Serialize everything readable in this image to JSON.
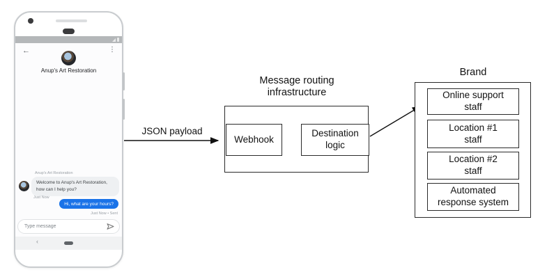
{
  "phone": {
    "status_bar": {
      "signal_icon": "signal-triangle",
      "battery_icon": "battery"
    },
    "header": {
      "back_glyph": "←",
      "menu_glyph": "⋮",
      "title": "Anup's Art Restoration"
    },
    "chat": {
      "sender_label": "Anup's Art Restoration",
      "incoming_message": "Welcome to Anup's Art Restoration,\nhow can I help you?",
      "incoming_time": "Just Now",
      "outgoing_message": "Hi, what are your hours?",
      "outgoing_time": "Just Now • Sent"
    },
    "composer": {
      "placeholder": "Type message",
      "send_icon": "paper-plane"
    },
    "navbar": {
      "back_glyph": "‹"
    }
  },
  "diagram": {
    "payload_label": "JSON payload",
    "routing": {
      "title": "Message routing\ninfrastructure",
      "webhook_label": "Webhook",
      "destination_label": "Destination\nlogic"
    },
    "brand": {
      "title": "Brand",
      "items": [
        "Online support\nstaff",
        "Location #1\nstaff",
        "Location #2\nstaff",
        "Automated\nresponse system"
      ]
    }
  },
  "colors": {
    "outgoing_bubble": "#1a73e8",
    "incoming_bubble": "#eef0f2",
    "status_bar": "#b4b7b9",
    "box_border": "#2a2a2a"
  }
}
